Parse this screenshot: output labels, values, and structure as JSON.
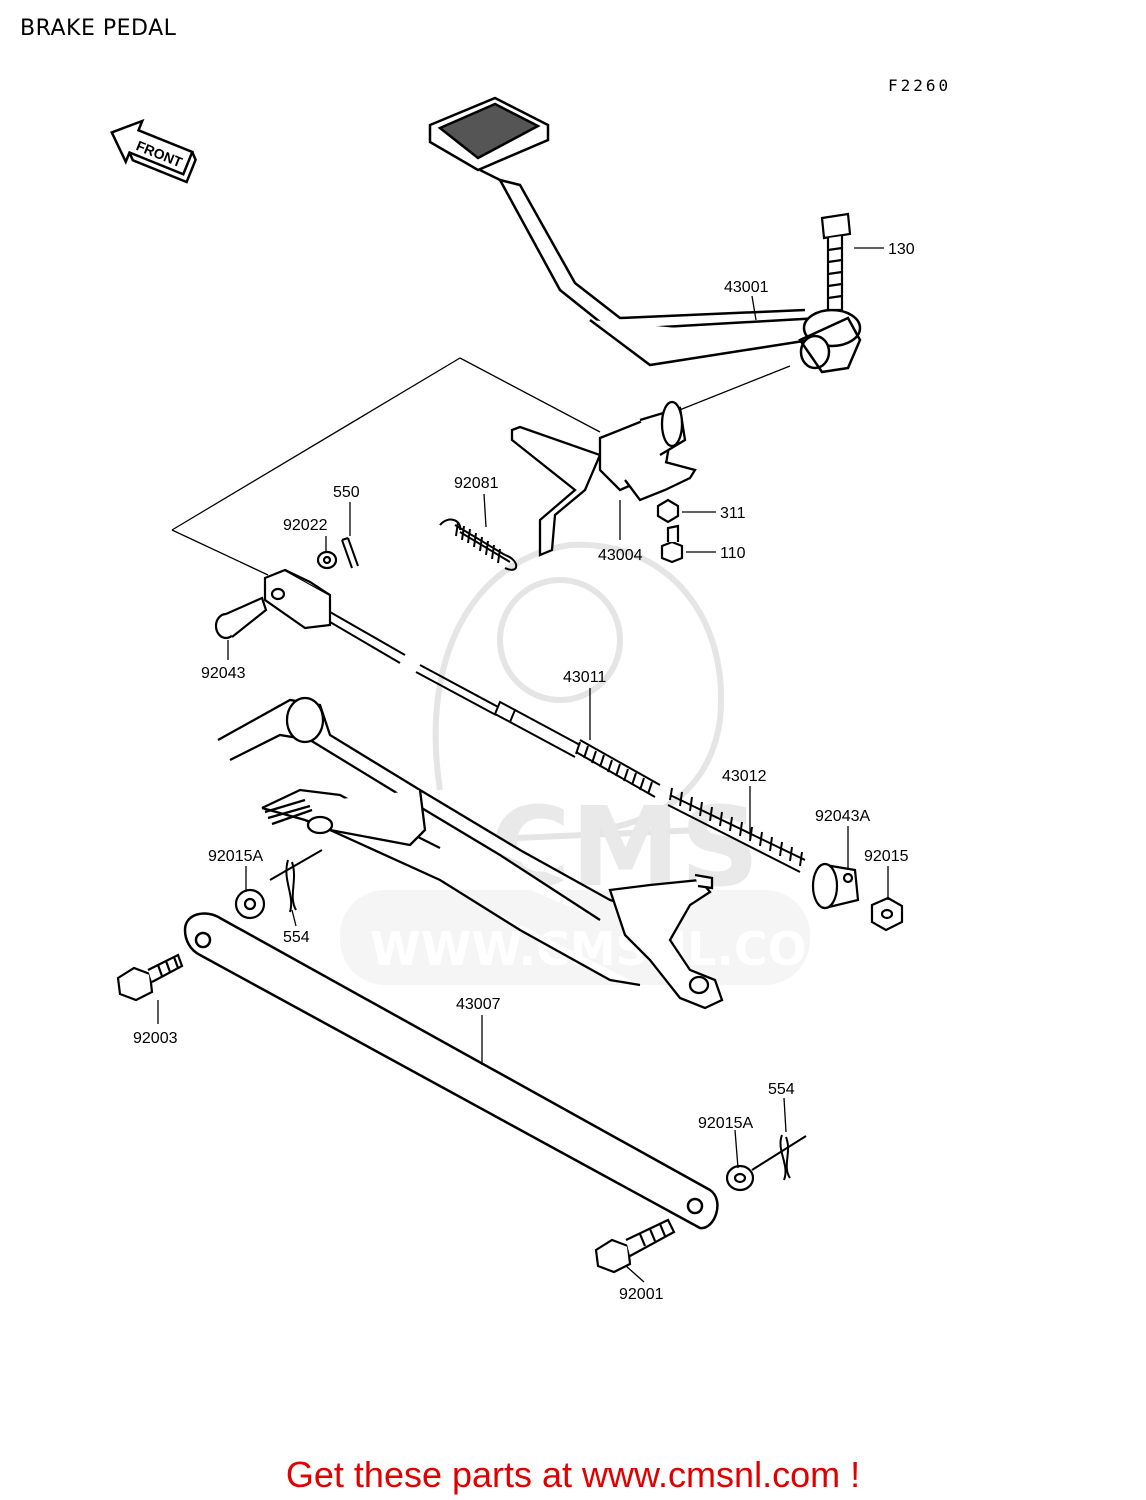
{
  "page": {
    "title": "BRAKE PEDAL",
    "figure_code": "F2260"
  },
  "front_arrow": {
    "label": "FRONT"
  },
  "watermark": {
    "brand": "CMS",
    "site": "WWW.CMSNL.COM"
  },
  "parts": {
    "p130": "130",
    "p43001": "43001",
    "p92081": "92081",
    "p311": "311",
    "p43004": "43004",
    "p110": "110",
    "p550": "550",
    "p92022": "92022",
    "p92043": "92043",
    "p43011": "43011",
    "p43012": "43012",
    "p92043A": "92043A",
    "p92015": "92015",
    "p92015A_left": "92015A",
    "p554_left": "554",
    "p92003": "92003",
    "p43007": "43007",
    "p554_right": "554",
    "p92015A_right": "92015A",
    "p92001": "92001"
  },
  "footer": {
    "text": "Get these parts at www.cmsnl.com !"
  }
}
